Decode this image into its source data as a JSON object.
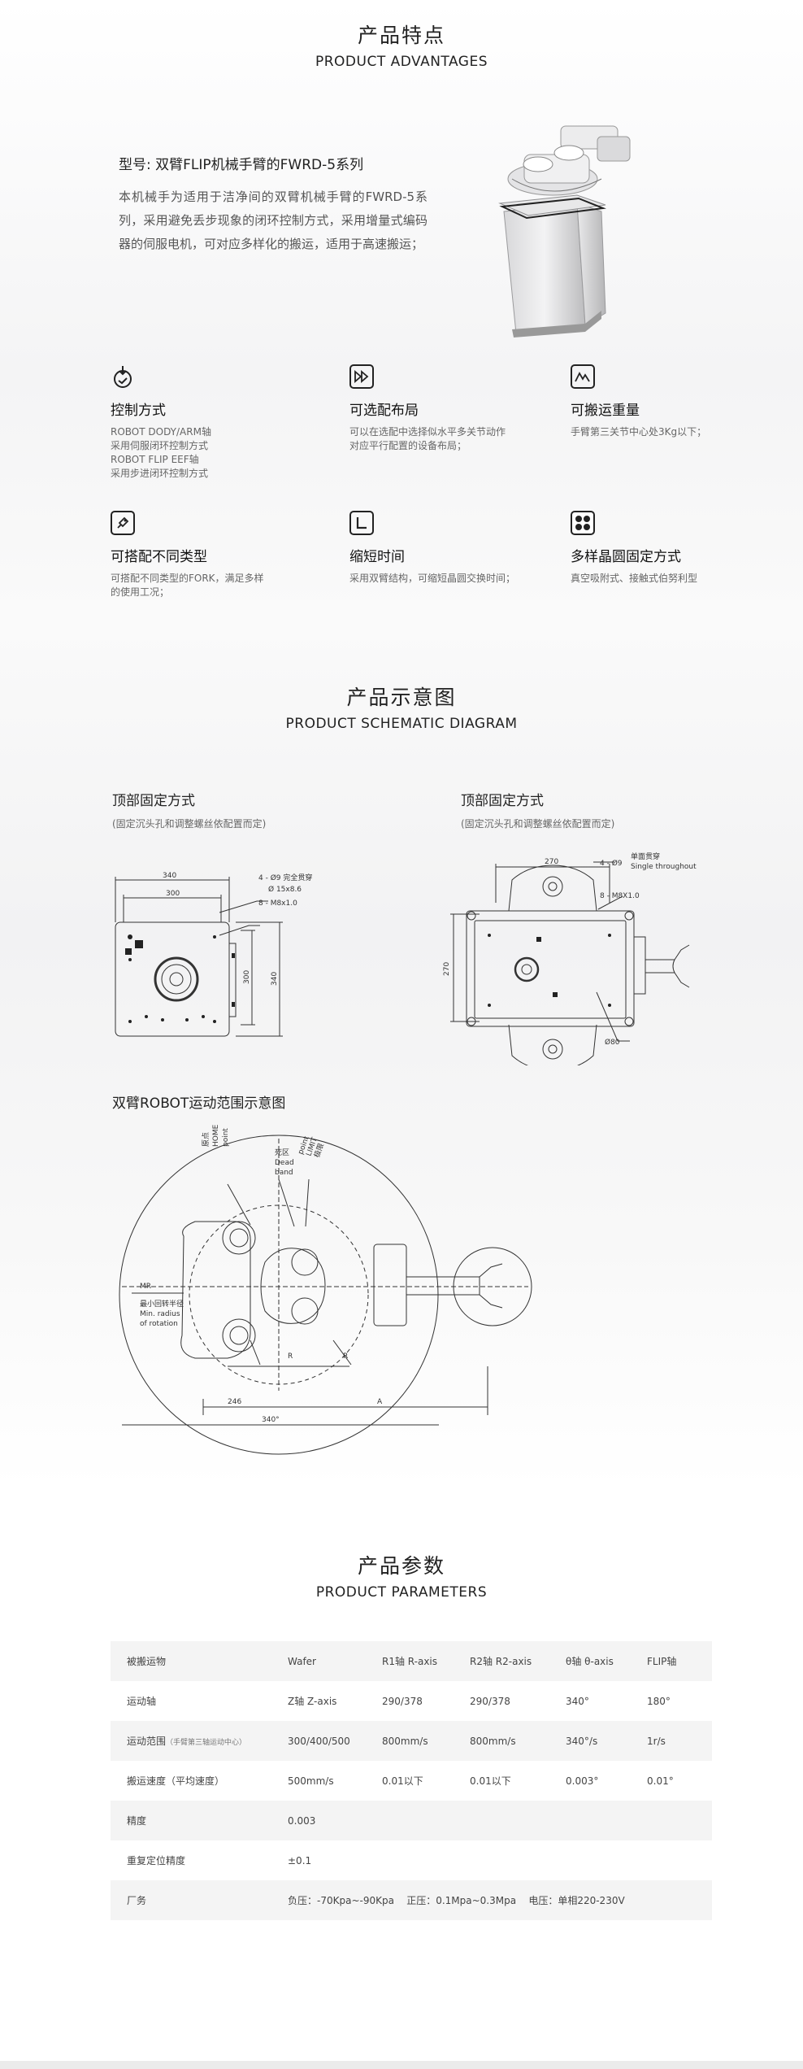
{
  "advantages": {
    "title_zh": "产品特点",
    "title_en": "PRODUCT ADVANTAGES",
    "model": "型号: 双臂FLIP机械手臂的FWRD-5系列",
    "intro": "本机械手为适用于洁净间的双臂机械手臂的FWRD-5系列，采用避免丢步现象的闭环控制方式，采用增量式编码器的伺服电机，可对应多样化的搬运，适用于高速搬运；",
    "features": [
      {
        "icon": "control-icon",
        "title": "控制方式",
        "desc": "ROBOT DODY/ARM轴\n采用伺服闭环控制方式\nROBOT FLIP EEF轴\n采用步进闭环控制方式"
      },
      {
        "icon": "layout-icon",
        "title": "可选配布局",
        "desc": "可以在选配中选择似水平多关节动作\n对应平行配置的设备布局；"
      },
      {
        "icon": "weight-icon",
        "title": "可搬运重量",
        "desc": "手臂第三关节中心处3Kg以下；"
      },
      {
        "icon": "fork-icon",
        "title": "可搭配不同类型",
        "desc": "可搭配不同类型的FORK，满足多样\n的使用工况；"
      },
      {
        "icon": "time-icon",
        "title": "缩短时间",
        "desc": "采用双臂结构，可缩短晶圆交换时间；"
      },
      {
        "icon": "wafer-icon",
        "title": "多样晶圆固定方式",
        "desc": "真空吸附式、接触式伯努利型"
      }
    ]
  },
  "schematic": {
    "title_zh": "产品示意图",
    "title_en": "PRODUCT SCHEMATIC DIAGRAM",
    "left": {
      "heading": "顶部固定方式",
      "sub": "(固定沉头孔和调整螺丝依配置而定)",
      "dims": [
        "340",
        "300",
        "300",
        "340"
      ],
      "notes": [
        "4 - Ø9 完全贯穿",
        "Ø 15x8.6",
        "8 - M8x1.0"
      ]
    },
    "right": {
      "heading": "顶部固定方式",
      "sub": "(固定沉头孔和调整螺丝依配置而定)",
      "dims": [
        "270",
        "270",
        "Ø80"
      ],
      "notes": [
        "4 - Ø9",
        "单面贯穿",
        "Single throughout",
        "8 - M8X1.0"
      ]
    },
    "motion": {
      "title": "双臂ROBOT运动范围示意图",
      "labels": {
        "home_zh": "原点",
        "home_en": "HOME",
        "home_en2": "point",
        "dead_zh": "死区",
        "dead_en": "Dead",
        "dead_en2": "band",
        "limit_zh": "极限",
        "limit_en": "LIMIT",
        "limit_en2": "point",
        "mr": "MR",
        "min_zh": "最小回转半径",
        "min_en": "Min. radius",
        "min_en2": "of rotation",
        "r": "R",
        "dim246": "246",
        "dimA": "A",
        "dim340": "340°"
      }
    }
  },
  "parameters": {
    "title_zh": "产品参数",
    "title_en": "PRODUCT PARAMETERS",
    "rows": [
      {
        "label": "被搬运物",
        "note": "",
        "cells": [
          "Wafer",
          "R1轴 R-axis",
          "R2轴 R2-axis",
          "θ轴 θ-axis",
          "FLIP轴"
        ]
      },
      {
        "label": "运动轴",
        "note": "",
        "cells": [
          "Z轴 Z-axis",
          "290/378",
          "290/378",
          "340°",
          "180°"
        ]
      },
      {
        "label": "运动范围",
        "note": "（手臂第三轴运动中心）",
        "cells": [
          "300/400/500",
          "800mm/s",
          "800mm/s",
          "340°/s",
          "1r/s"
        ]
      },
      {
        "label": "搬运速度（平均速度）",
        "note": "",
        "cells": [
          "500mm/s",
          "0.01以下",
          "0.01以下",
          "0.003°",
          "0.01°"
        ]
      },
      {
        "label": "精度",
        "note": "",
        "cells": [
          "0.003",
          "",
          "",
          "",
          ""
        ]
      },
      {
        "label": "重复定位精度",
        "note": "",
        "cells": [
          "±0.1",
          "",
          "",
          "",
          ""
        ]
      },
      {
        "label": "厂务",
        "note": "",
        "span": "负压：-70Kpa~-90Kpa    正压：0.1Mpa~0.3Mpa    电压：单相220-230V"
      }
    ]
  }
}
